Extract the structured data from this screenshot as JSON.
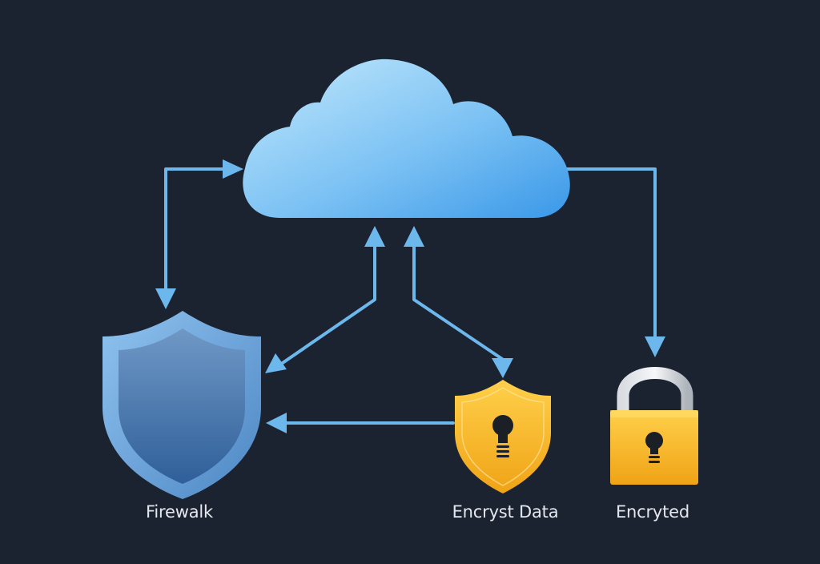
{
  "nodes": {
    "cloud": {
      "icon": "cloud-icon"
    },
    "firewall": {
      "icon": "shield-icon",
      "label": "Firewalk"
    },
    "encrypt_data": {
      "icon": "shield-keyhole-icon",
      "label": "Encryst Data"
    },
    "encrypted": {
      "icon": "padlock-icon",
      "label": "Encryted"
    }
  },
  "edges": [
    {
      "from": "cloud",
      "to": "firewall",
      "direction": "bidirectional"
    },
    {
      "from": "encrypt_data",
      "to": "cloud"
    },
    {
      "from": "encrypt_data",
      "to": "firewall"
    },
    {
      "from": "cloud",
      "to": "encrypt_data"
    },
    {
      "from": "cloud",
      "to": "encrypted"
    }
  ],
  "colors": {
    "background": "#1b2230",
    "arrow": "#6cb8ec",
    "cloud_light": "#b9e3fb",
    "cloud_dark": "#3f9ce8",
    "shield_blue": "#5b8fc8",
    "gold": "#f4b21a",
    "label": "#e4e8ee"
  }
}
